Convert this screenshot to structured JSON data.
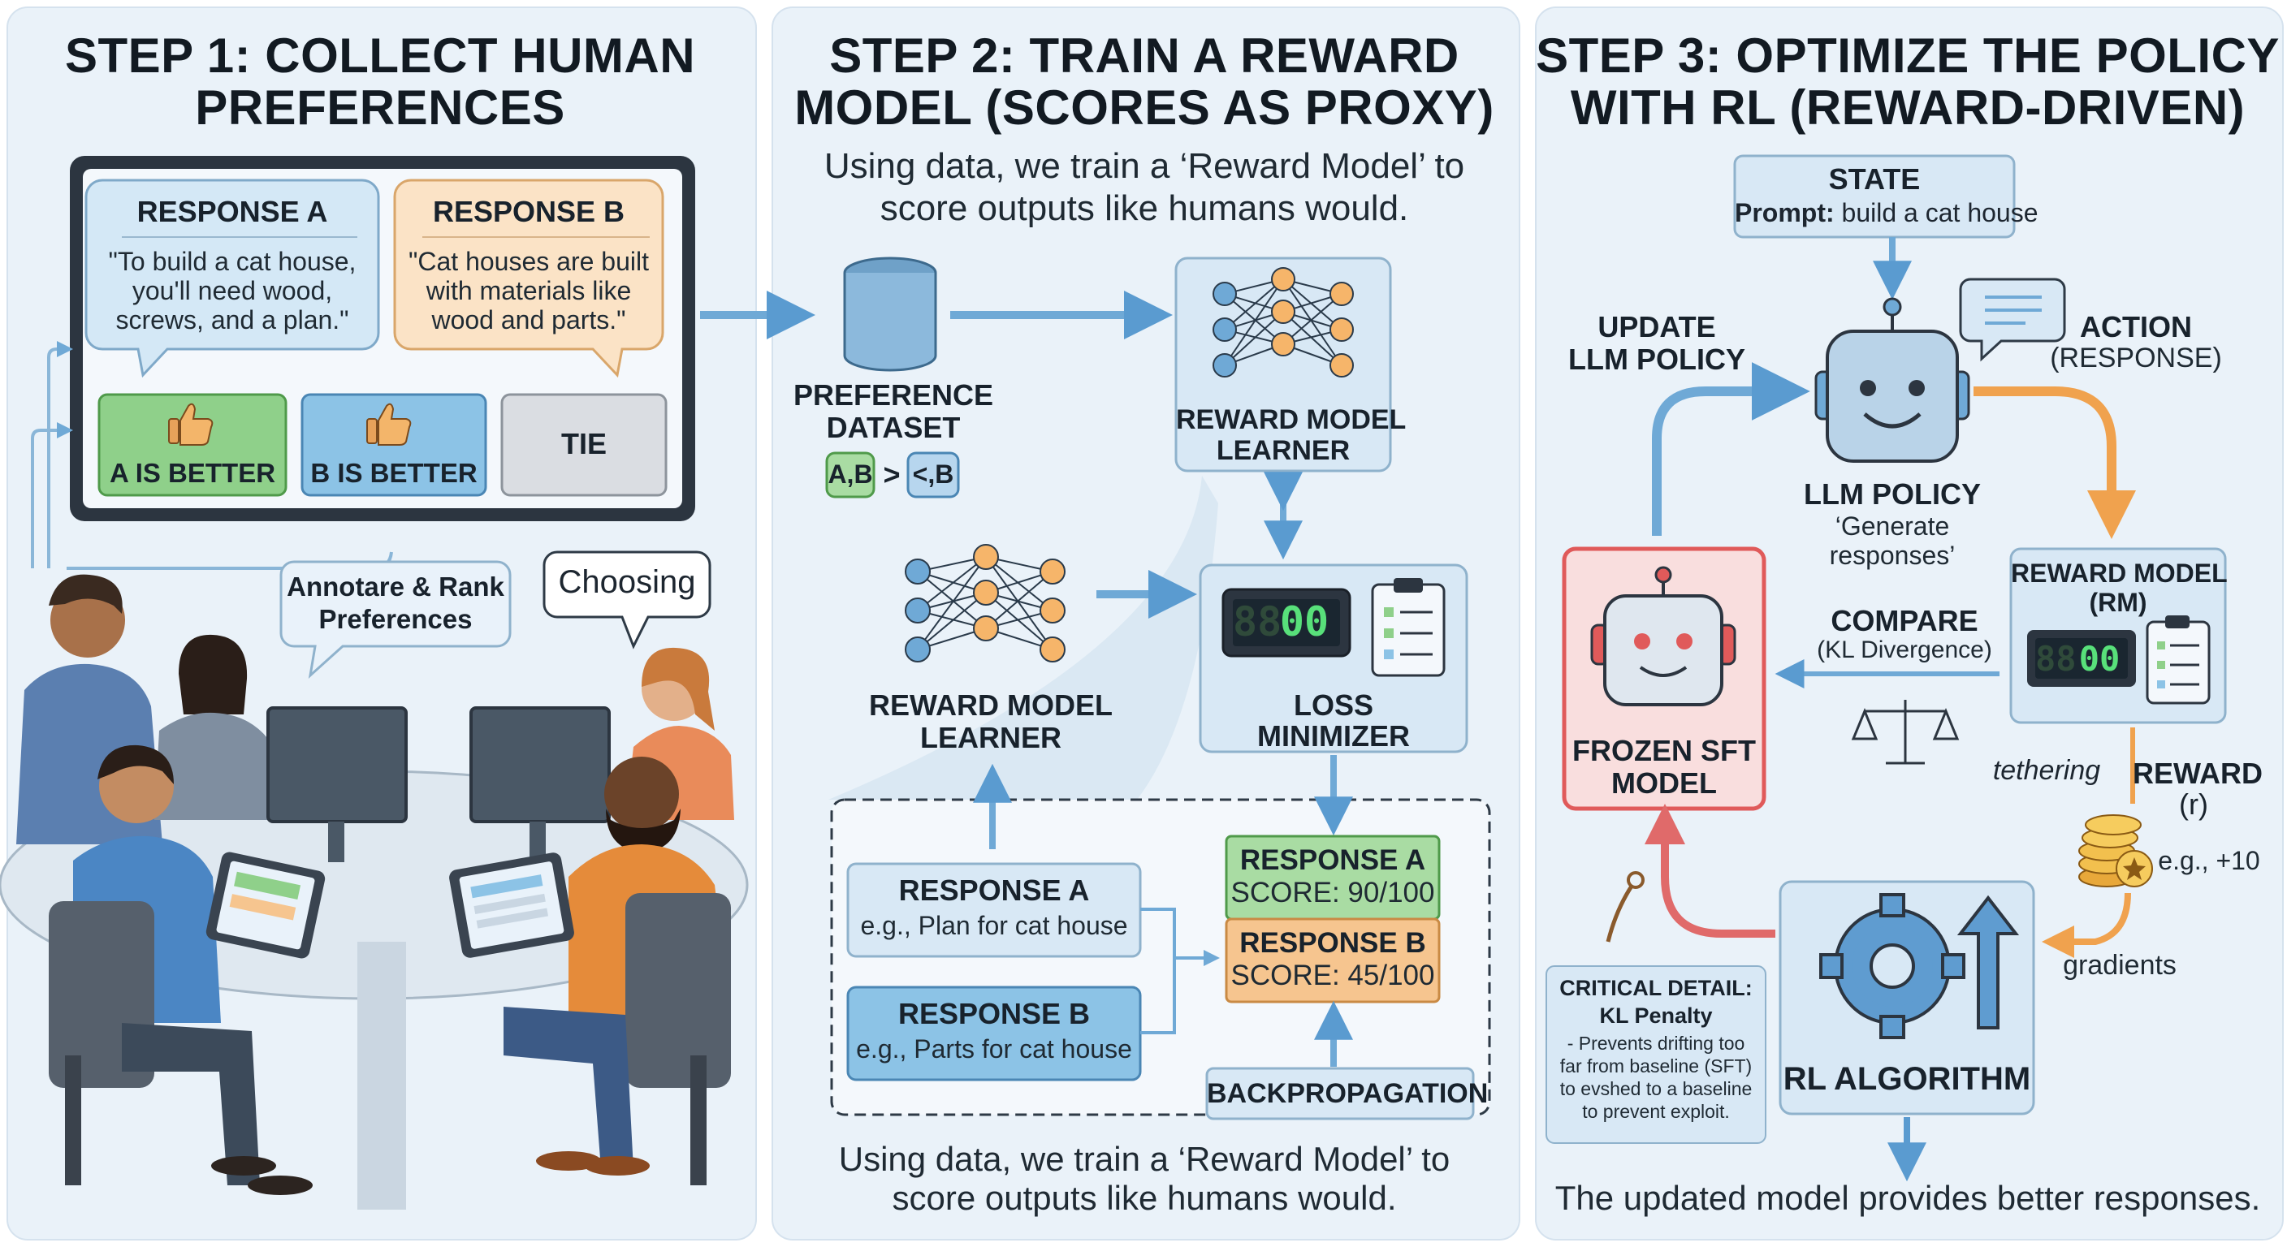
{
  "step1": {
    "title_line1": "STEP 1: COLLECT HUMAN",
    "title_line2": "PREFERENCES",
    "response_a_title": "RESPONSE A",
    "response_a_text": [
      "\"To build a cat house,",
      "you'll need wood,",
      "screws, and a plan.\""
    ],
    "response_b_title": "RESPONSE B",
    "response_b_text": [
      "\"Cat houses are built",
      "with materials like",
      "wood and parts.\""
    ],
    "btn_a": "A IS BETTER",
    "btn_b": "B IS BETTER",
    "btn_tie": "TIE",
    "bubble_annotate": [
      "Annotare & Rank",
      "Preferences"
    ],
    "bubble_choosing": "Choosing"
  },
  "step2": {
    "title_line1": "STEP 2: TRAIN A REWARD",
    "title_line2": "MODEL (SCORES AS PROXY)",
    "subtitle": [
      "Using data, we train a ‘Reward Model’ to",
      "score outputs like humans would."
    ],
    "dataset_label": [
      "PREFERENCE",
      "DATASET"
    ],
    "chip_ab": "A,B",
    "chip_gt": ">",
    "chip_lb": "<,B",
    "rm_learner_top": [
      "REWARD MODEL",
      "LEARNER"
    ],
    "rm_learner_left": [
      "REWARD MODEL",
      "LEARNER"
    ],
    "timer": "00",
    "loss_label": [
      "LOSS",
      "MINIMIZER"
    ],
    "resp_a_title": "RESPONSE A",
    "resp_a_sub": "e.g., Plan for cat house",
    "resp_b_title": "RESPONSE B",
    "resp_b_sub": "e.g., Parts for cat house",
    "score_a_title": "RESPONSE A",
    "score_a": "SCORE: 90/100",
    "score_b_title": "RESPONSE B",
    "score_b": "SCORE: 45/100",
    "backprop": "BACKPROPAGATION",
    "footer": [
      "Using data, we train a ‘Reward Model’ to",
      "score outputs like humans would."
    ]
  },
  "step3": {
    "title_line1": "STEP 3: OPTIMIZE THE POLICY",
    "title_line2": "WITH RL (REWARD-DRIVEN)",
    "state_title": "STATE",
    "state_prompt_label": "Prompt:",
    "state_prompt_value": "build a cat house",
    "update_label": [
      "UPDATE",
      "LLM POLICY"
    ],
    "action_label": "ACTION",
    "action_sub": "(RESPONSE)",
    "llm_policy": "LLM POLICY",
    "llm_policy_sub": [
      "‘Generate",
      "responses’"
    ],
    "rm_title": [
      "REWARD MODEL",
      "(RM)"
    ],
    "timer": "00",
    "compare": "COMPARE",
    "compare_sub": "(KL Divergence)",
    "frozen": [
      "FROZEN SFT",
      "MODEL"
    ],
    "tethering": "tethering",
    "reward": [
      "REWARD",
      "(r)"
    ],
    "reward_example": "e.g., +10",
    "gradients": "gradients",
    "critical_title": [
      "CRITICAL DETAIL:",
      "KL Penalty"
    ],
    "critical_text": [
      "- Prevents drifting too",
      "far from baseline (SFT)",
      "to evshed to a baseline",
      "to prevent exploit."
    ],
    "rl_algorithm": "RL ALGORITHM",
    "footer": "The updated model provides better responses."
  },
  "colors": {
    "panel": "#eaf2f9",
    "green": "#8fd08a",
    "blue": "#8cc3e6",
    "orange": "#f6c58f",
    "red": "#e05a5a",
    "arrow": "#6fa9d6"
  }
}
